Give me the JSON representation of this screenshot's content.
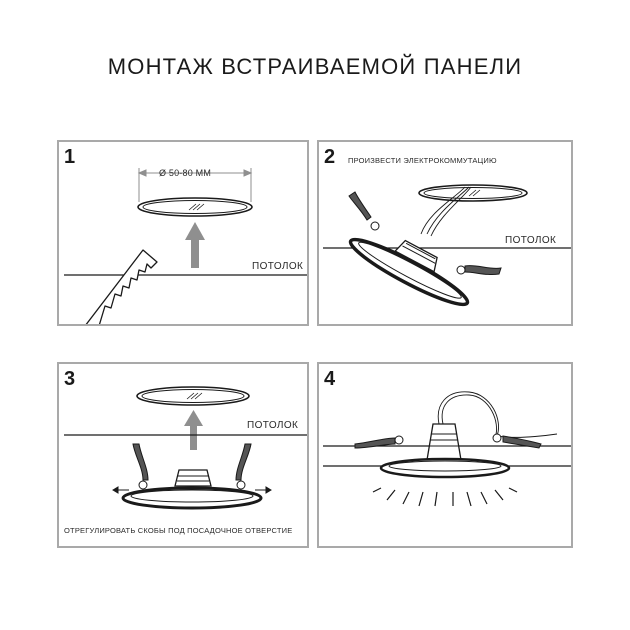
{
  "title": "МОНТАЖ ВСТРАИВАЕМОЙ ПАНЕЛИ",
  "steps": [
    {
      "number": "1",
      "dimension": "Ø 50-80 ММ",
      "ceiling": "ПОТОЛОК"
    },
    {
      "number": "2",
      "caption": "ПРОИЗВЕСТИ ЭЛЕКТРОКОММУТАЦИЮ",
      "ceiling": "ПОТОЛОК"
    },
    {
      "number": "3",
      "ceiling": "ПОТОЛОК",
      "caption": "ОТРЕГУЛИРОВАТЬ СКОБЫ ПОД ПОСАДОЧНОЕ ОТВЕРСТИЕ"
    },
    {
      "number": "4"
    }
  ],
  "colors": {
    "frame": "#a9a9a9",
    "line": "#1a1a1a",
    "arrow": "#8f8f8f"
  },
  "icons": [
    "saw-icon",
    "up-arrow-icon",
    "clip-icon",
    "light-ray-icon"
  ]
}
